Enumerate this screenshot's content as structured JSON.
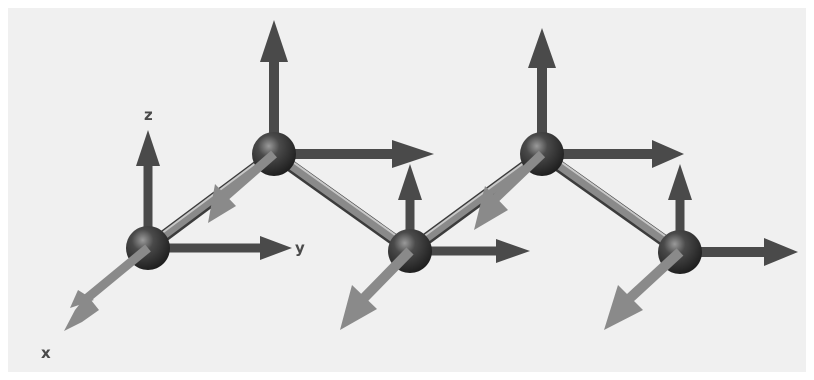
{
  "diagram": {
    "background_color": "#f0f0f0",
    "axis_arrow_color": "#4a4a4a",
    "x_arrow_color": "#8a8a8a",
    "bond_color": "#6a6a6a",
    "atom_color": "#2e2e2e",
    "axis_labels": {
      "x": "x",
      "y": "y",
      "z": "z"
    },
    "atom_count": 5,
    "bond_count": 4,
    "icons": [
      "atom-sphere",
      "bond-cylinder",
      "vector-arrow"
    ]
  }
}
